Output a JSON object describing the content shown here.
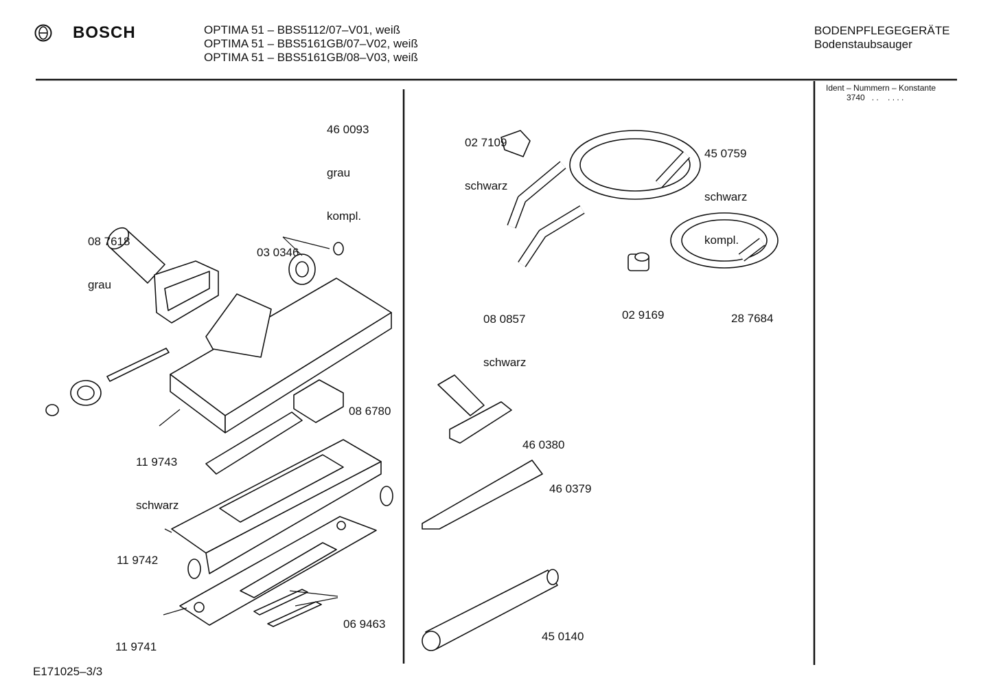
{
  "header": {
    "brand": "BOSCH",
    "models": [
      "OPTIMA 51 – BBS5112/07–V01, weiß",
      "OPTIMA 51 – BBS5161GB/07–V02, weiß",
      "OPTIMA 51 – BBS5161GB/08–V03, weiß"
    ],
    "category": "BODENPFLEGEGERÄTE",
    "subcategory": "Bodenstaubsauger"
  },
  "sidebar": {
    "ident_title": "Ident – Nummern – Konstante",
    "ident_value": "3740   . .    . . . ."
  },
  "footer": {
    "doc_id": "E171025–3/3"
  },
  "parts_left": [
    {
      "number": "46 0093",
      "note": "grau",
      "note2": "kompl."
    },
    {
      "number": "08 7618",
      "note": "grau"
    },
    {
      "number": "03 0346"
    },
    {
      "number": "08 6780"
    },
    {
      "number": "11 9743",
      "note": "schwarz"
    },
    {
      "number": "11 9742"
    },
    {
      "number": "11 9741"
    },
    {
      "number": "06 9463"
    }
  ],
  "parts_right": [
    {
      "number": "02 7109",
      "note": "schwarz"
    },
    {
      "number": "45 0759",
      "note": "schwarz",
      "note2": "kompl."
    },
    {
      "number": "08 0857",
      "note": "schwarz"
    },
    {
      "number": "02 9169"
    },
    {
      "number": "28 7684"
    },
    {
      "number": "46 0380"
    },
    {
      "number": "46 0379"
    },
    {
      "number": "45 0140"
    }
  ]
}
